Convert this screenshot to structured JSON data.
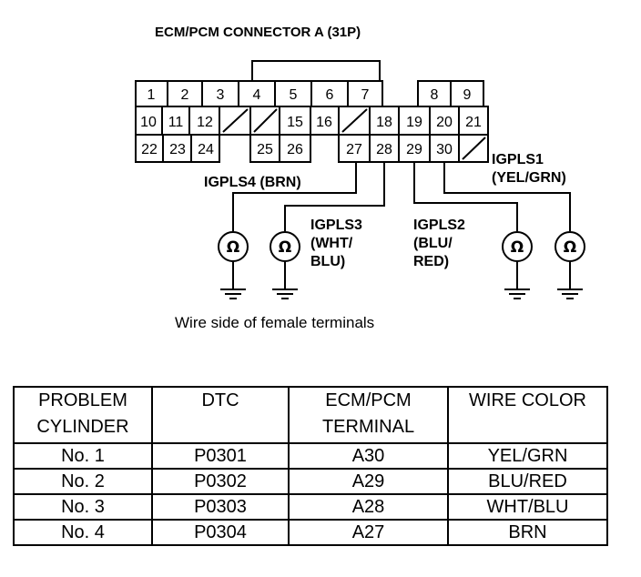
{
  "connector": {
    "title": "ECM/PCM CONNECTOR A (31P)",
    "caption": "Wire side of female terminals",
    "pins": {
      "p1": "1",
      "p2": "2",
      "p3": "3",
      "p4": "4",
      "p5": "5",
      "p6": "6",
      "p7": "7",
      "p8": "8",
      "p9": "9",
      "p10": "10",
      "p11": "11",
      "p12": "12",
      "p15": "15",
      "p16": "16",
      "p18": "18",
      "p19": "19",
      "p20": "20",
      "p21": "21",
      "p22": "22",
      "p23": "23",
      "p24": "24",
      "p25": "25",
      "p26": "26",
      "p27": "27",
      "p28": "28",
      "p29": "29",
      "p30": "30"
    }
  },
  "probes": {
    "igpls4": {
      "name": "IGPLS4",
      "color": "(BRN)"
    },
    "igpls3": {
      "name": "IGPLS3",
      "color_line1": "(WHT/",
      "color_line2": "BLU)"
    },
    "igpls2": {
      "name": "IGPLS2",
      "color_line1": "(BLU/",
      "color_line2": "RED)"
    },
    "igpls1": {
      "name": "IGPLS1",
      "color": "(YEL/GRN)"
    },
    "meter_symbol": "Ω"
  },
  "table": {
    "headers": [
      {
        "line1": "PROBLEM",
        "line2": "CYLINDER"
      },
      {
        "line1": "DTC",
        "line2": ""
      },
      {
        "line1": "ECM/PCM",
        "line2": "TERMINAL"
      },
      {
        "line1": "WIRE COLOR",
        "line2": ""
      }
    ],
    "rows": [
      {
        "cylinder": "No. 1",
        "dtc": "P0301",
        "terminal": "A30",
        "wire": "YEL/GRN"
      },
      {
        "cylinder": "No. 2",
        "dtc": "P0302",
        "terminal": "A29",
        "wire": "BLU/RED"
      },
      {
        "cylinder": "No. 3",
        "dtc": "P0303",
        "terminal": "A28",
        "wire": "WHT/BLU"
      },
      {
        "cylinder": "No. 4",
        "dtc": "P0304",
        "terminal": "A27",
        "wire": "BRN"
      }
    ]
  }
}
